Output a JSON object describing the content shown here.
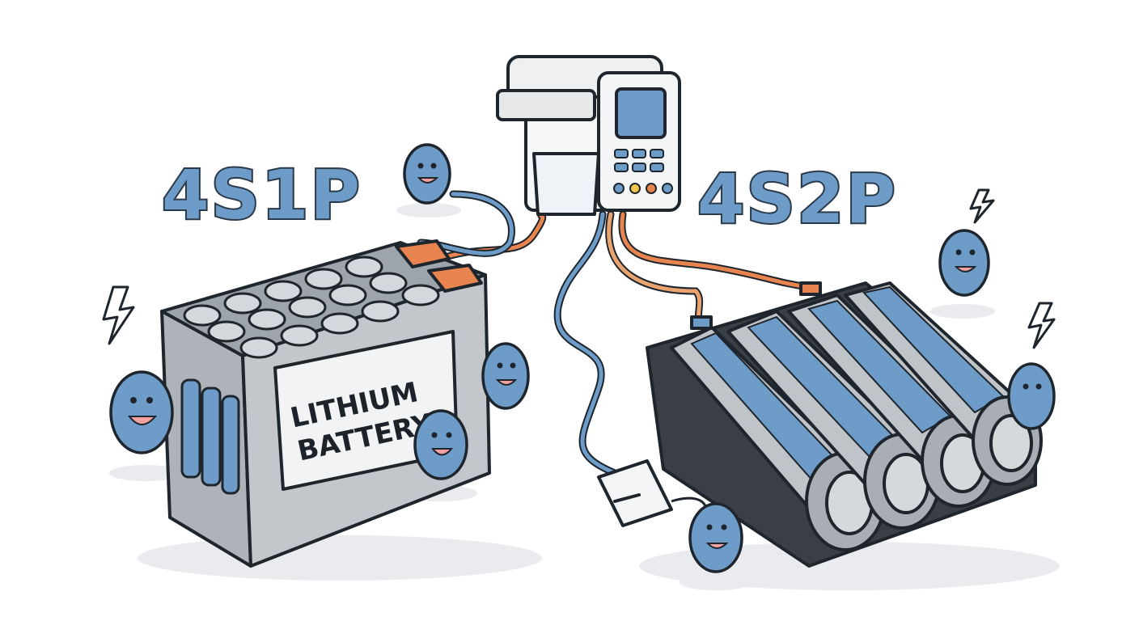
{
  "labels": {
    "left_config": "4S1P",
    "right_config": "4S2P",
    "battery_label_line1": "LITHIUM",
    "battery_label_line2": "BATTERY"
  },
  "colors": {
    "accent_blue": "#6d9cc8",
    "terminal_orange": "#e8844f",
    "outline": "#1e252c",
    "metal_gray": "#b9bdc2"
  },
  "icons": [
    "lightning-icon",
    "creature-mascot",
    "charger-device",
    "usb-plug"
  ]
}
